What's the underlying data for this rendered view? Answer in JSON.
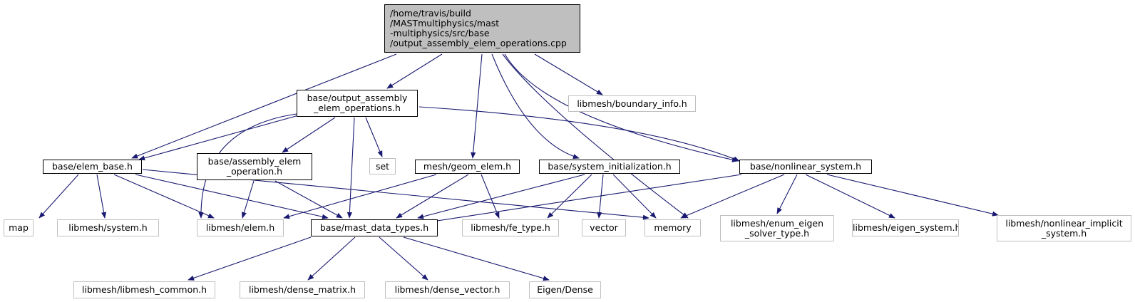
{
  "colors": {
    "edge": "#191970",
    "internal_border": "#000000",
    "external_border": "#bfbfbf",
    "root_fill": "#bfbfbf"
  },
  "nodes": {
    "root": [
      "/home/travis/build",
      "/MASTmultiphysics/mast",
      "-multiphysics/src/base",
      "/output_assembly_elem_operations.cpp"
    ],
    "output_assembly_h": [
      "base/output_assembly",
      "_elem_operations.h"
    ],
    "boundary_info": [
      "libmesh/boundary_info.h"
    ],
    "elem_base": [
      "base/elem_base.h"
    ],
    "assembly_elem_op": [
      "base/assembly_elem",
      "_operation.h"
    ],
    "set": [
      "set"
    ],
    "geom_elem": [
      "mesh/geom_elem.h"
    ],
    "system_init": [
      "base/system_initialization.h"
    ],
    "nonlinear_system": [
      "base/nonlinear_system.h"
    ],
    "map": [
      "map"
    ],
    "system_h": [
      "libmesh/system.h"
    ],
    "elem_h": [
      "libmesh/elem.h"
    ],
    "mast_data_types": [
      "base/mast_data_types.h"
    ],
    "fe_type": [
      "libmesh/fe_type.h"
    ],
    "vector": [
      "vector"
    ],
    "memory": [
      "memory"
    ],
    "enum_eigen": [
      "libmesh/enum_eigen",
      "_solver_type.h"
    ],
    "eigen_system": [
      "libmesh/eigen_system.h"
    ],
    "nonlinear_implicit": [
      "libmesh/nonlinear_implicit",
      "_system.h"
    ],
    "libmesh_common": [
      "libmesh/libmesh_common.h"
    ],
    "dense_matrix": [
      "libmesh/dense_matrix.h"
    ],
    "dense_vector": [
      "libmesh/dense_vector.h"
    ],
    "eigen_dense": [
      "Eigen/Dense"
    ]
  }
}
